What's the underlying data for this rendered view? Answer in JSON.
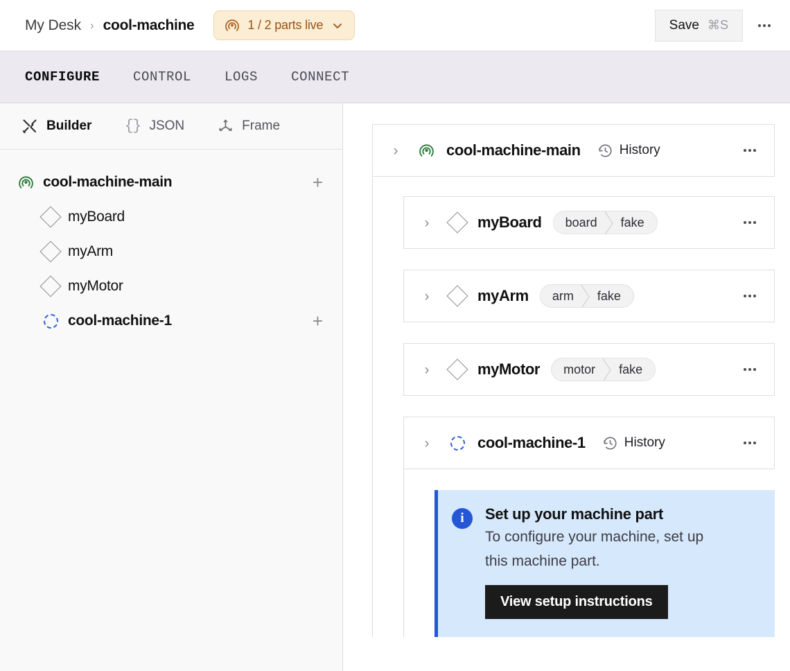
{
  "header": {
    "breadcrumb": {
      "root": "My Desk",
      "separator": "›",
      "current": "cool-machine"
    },
    "parts_badge": {
      "icon": "radar-icon",
      "label": "1 / 2 parts live",
      "chevron": "⌄",
      "bg": "#fbeed5",
      "fg": "#9a5316"
    },
    "save": {
      "label": "Save",
      "shortcut": "⌘S"
    },
    "overflow": "⋯"
  },
  "tabs": [
    {
      "label": "CONFIGURE",
      "active": true
    },
    {
      "label": "CONTROL",
      "active": false
    },
    {
      "label": "LOGS",
      "active": false
    },
    {
      "label": "CONNECT",
      "active": false
    }
  ],
  "sidebar": {
    "subtabs": [
      {
        "label": "Builder",
        "icon": "tools-icon",
        "active": true
      },
      {
        "label": "JSON",
        "icon": "braces-icon",
        "active": false
      },
      {
        "label": "Frame",
        "icon": "axes-icon",
        "active": false
      }
    ],
    "tree": [
      {
        "label": "cool-machine-main",
        "icon": "radar-icon",
        "level": 0,
        "add": "+"
      },
      {
        "label": "myBoard",
        "icon": "diamond-icon",
        "level": 1
      },
      {
        "label": "myArm",
        "icon": "diamond-icon",
        "level": 1
      },
      {
        "label": "myMotor",
        "icon": "diamond-icon",
        "level": 1
      },
      {
        "label": "cool-machine-1",
        "icon": "dashed-circle-icon",
        "level": 1,
        "add": "+"
      }
    ]
  },
  "main": {
    "root_card": {
      "title": "cool-machine-main",
      "icon": "radar-icon",
      "chevron": "›",
      "history_label": "History",
      "overflow": "⋯"
    },
    "parts": [
      {
        "title": "myBoard",
        "icon": "diamond-icon",
        "chevron": "›",
        "tag_type": "board",
        "tag_model": "fake",
        "overflow": "⋯"
      },
      {
        "title": "myArm",
        "icon": "diamond-icon",
        "chevron": "›",
        "tag_type": "arm",
        "tag_model": "fake",
        "overflow": "⋯"
      },
      {
        "title": "myMotor",
        "icon": "diamond-icon",
        "chevron": "›",
        "tag_type": "motor",
        "tag_model": "fake",
        "overflow": "⋯"
      }
    ],
    "sub_machine": {
      "title": "cool-machine-1",
      "icon": "dashed-circle-icon",
      "chevron": "›",
      "history_label": "History",
      "overflow": "⋯"
    },
    "alert": {
      "icon": "info-icon",
      "title": "Set up your machine part",
      "text": "To configure your machine, set up this machine part.",
      "button": "View setup instructions",
      "accent": "#2457d6",
      "bg": "#d6e8fb"
    }
  }
}
